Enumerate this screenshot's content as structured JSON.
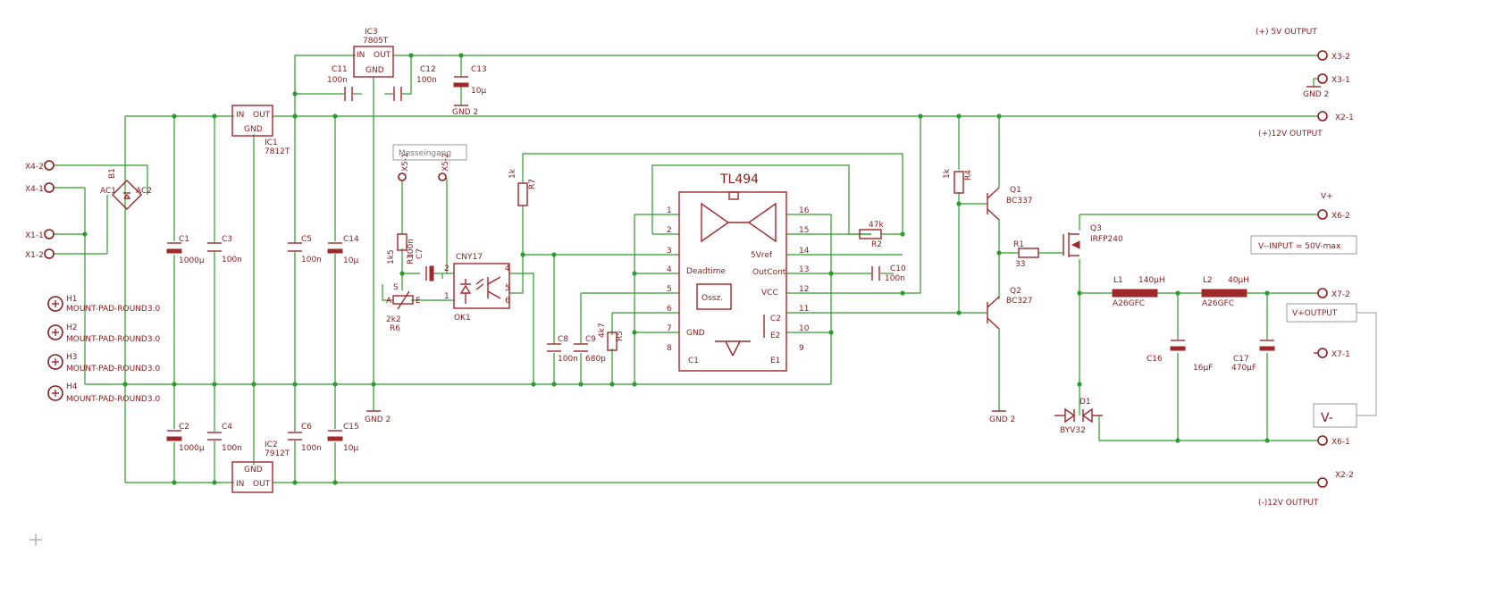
{
  "outputs": {
    "p5v": "(+) 5V OUTPUT",
    "p12v": "(+)12V OUTPUT",
    "n12v": "(-)12V OUTPUT",
    "vplus": "V+",
    "vplus_out": "V+OUTPUT",
    "vminus": "V-",
    "vin_note": "V--INPUT = 50V-max"
  },
  "connectors": {
    "x3_2": "X3-2",
    "x3_1": "X3-1",
    "x2_1": "X2-1",
    "x2_2": "X2-2",
    "x6_2": "X6-2",
    "x6_1": "X6-1",
    "x7_2": "X7-2",
    "x7_1": "X7-1",
    "x4_2": "X4-2",
    "x4_1": "X4-1",
    "x1_1": "X1-1",
    "x1_2": "X1-2",
    "x5_1": "X5-1",
    "x5_2": "X5-2"
  },
  "grounds": {
    "gnd2": "GND 2"
  },
  "ics": {
    "ic3": "IC3",
    "ic3_val": "7805T",
    "ic1": "IC1",
    "ic1_val": "7812T",
    "ic2": "IC2",
    "ic2_val": "7912T",
    "reg_in": "IN",
    "reg_out": "OUT",
    "reg_gnd": "GND",
    "tl494": "TL494",
    "tl_pins_left": [
      "1",
      "2",
      "3",
      "4",
      "5",
      "6",
      "7",
      "8"
    ],
    "tl_pins_right": [
      "16",
      "15",
      "14",
      "13",
      "12",
      "11",
      "10",
      "9"
    ],
    "tl_deadtime": "Deadtime",
    "tl_osz": "Ossz.",
    "tl_gnd": "GND",
    "tl_c1": "C1",
    "tl_e1": "E1",
    "tl_5vref": "5Vref",
    "tl_outcont": "OutCont",
    "tl_vcc": "VCC",
    "tl_c2": "C2",
    "tl_e2": "E2"
  },
  "parts": {
    "c1": "C1",
    "c1_val": "1000µ",
    "c2": "C2",
    "c2_val": "1000µ",
    "c3": "C3",
    "c3_val": "100n",
    "c4": "C4",
    "c4_val": "100n",
    "c5": "C5",
    "c5_val": "100n",
    "c6": "C6",
    "c6_val": "100n",
    "c14": "C14",
    "c14_val": "10µ",
    "c15": "C15",
    "c15_val": "10µ",
    "c11": "C11",
    "c11_val": "100n",
    "c12": "C12",
    "c12_val": "100n",
    "c13": "C13",
    "c13_val": "10µ",
    "c7": "C7",
    "c7_val": "100n",
    "c8": "C8",
    "c8_val": "100n",
    "c9": "C9",
    "c9_val": "680p",
    "c10": "C10",
    "c10_val": "100n",
    "c16": "C16",
    "c16_val": "16µF",
    "c17": "C17",
    "c17_val": "470µF",
    "r1": "R1",
    "r1_val": "33",
    "r2": "R2",
    "r2_val": "47k",
    "r3": "R3",
    "r3_val": "1k5",
    "r4": "R4",
    "r4_val": "1k",
    "r5": "R5",
    "r5_val": "4k7",
    "r6": "R6",
    "r6_val": "2k2",
    "r7": "R7",
    "r7_val": "1k",
    "b1": "B1",
    "b1_ac1": "AC1",
    "b1_ac2": "AC2",
    "ok1": "OK1",
    "ok1_val": "CNY17",
    "q1": "Q1",
    "q1_val": "BC337",
    "q2": "Q2",
    "q2_val": "BC327",
    "q3": "Q3",
    "q3_val": "IRFP240",
    "l1": "L1",
    "l1_val": "140µH",
    "l1_core": "A26GFC",
    "l2": "L2",
    "l2_val": "40µH",
    "l2_core": "A26GFC",
    "d1": "D1",
    "d1_val": "BYV32",
    "messeingang": "Messeingang",
    "pot_s": "S",
    "pot_a": "A",
    "pot_e": "E",
    "pin1": "1",
    "pin2": "2",
    "pin4": "4",
    "pin5": "5",
    "pin6": "6"
  },
  "holes": [
    {
      "name": "H1",
      "val": "MOUNT-PAD-ROUND3.0"
    },
    {
      "name": "H2",
      "val": "MOUNT-PAD-ROUND3.0"
    },
    {
      "name": "H3",
      "val": "MOUNT-PAD-ROUND3.0"
    },
    {
      "name": "H4",
      "val": "MOUNT-PAD-ROUND3.0"
    }
  ],
  "colors": {
    "wire": "#2e9b2e",
    "part": "#a0282a",
    "text": "#8b1a1a",
    "background": "#ffffff"
  }
}
